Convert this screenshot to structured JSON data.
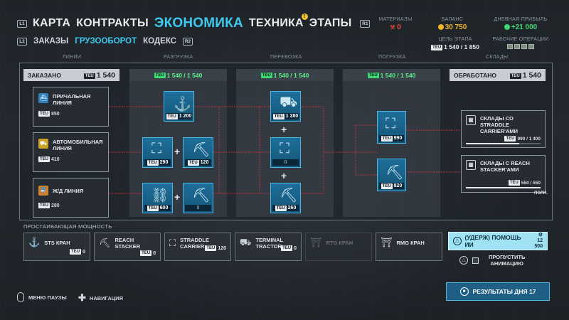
{
  "nav": {
    "left_key": "L1",
    "right_key": "R1",
    "tabs": [
      {
        "label": "КАРТА",
        "active": false
      },
      {
        "label": "КОНТРАКТЫ",
        "active": false
      },
      {
        "label": "ЭКОНОМИКА",
        "active": true
      },
      {
        "label": "ТЕХНИКА",
        "active": false,
        "alert": "!"
      },
      {
        "label": "ЭТАПЫ",
        "active": false
      }
    ]
  },
  "subnav": {
    "left_key": "L2",
    "right_key": "R2",
    "tabs": [
      {
        "label": "ЗАКАЗЫ",
        "active": false
      },
      {
        "label": "ГРУЗООБОРОТ",
        "active": true
      },
      {
        "label": "КОДЕКС",
        "active": false
      }
    ]
  },
  "stats": {
    "materials": {
      "label": "МАТЕРИАЛЫ",
      "value": "0",
      "color": "#e0483b"
    },
    "balance": {
      "label": "БАЛАНС",
      "value": "30 750",
      "color": "#f0b429"
    },
    "daily_profit": {
      "label": "ДНЕВНАЯ ПРИБЫЛЬ",
      "value": "+21 000",
      "color": "#43d673"
    },
    "stage_goal": {
      "label": "ЦЕЛЬ ЭТАПА",
      "teu": "TEU",
      "value": "1 540 / 1 850"
    },
    "work_ops": {
      "label": "РАБОЧИЕ ОПЕРАЦИИ",
      "filled": 4,
      "total": 4
    }
  },
  "columns": {
    "lines": "ЛИНИИ",
    "unloading": "РАЗГРУЗКА",
    "transport": "ПЕРЕВОЗКА",
    "loading": "ПОГРУЗКА",
    "warehouses": "СКЛАДЫ"
  },
  "ordered": {
    "label": "ЗАКАЗАНО",
    "teu": "TEU",
    "value": "1 540"
  },
  "processed": {
    "label": "ОБРАБОТАНО",
    "teu": "TEU",
    "value": "1 540"
  },
  "stage_headers": {
    "unloading": "1 540 / 1 540",
    "transport": "1 540 / 1 540",
    "loading": "1 540 / 1 540"
  },
  "lines": [
    {
      "name1": "ПРИЧАЛЬНАЯ",
      "name2": "ЛИНИЯ",
      "teu": "TEU",
      "value": "850",
      "icon": "ship-icon"
    },
    {
      "name1": "АВТОМОБИЛЬНАЯ",
      "name2": "ЛИНИЯ",
      "teu": "TEU",
      "value": "410",
      "icon": "truck-icon"
    },
    {
      "name1": "Ж/Д ЛИНИЯ",
      "name2": "",
      "teu": "TEU",
      "value": "280",
      "icon": "train-icon"
    }
  ],
  "equipment": {
    "u1": {
      "teu": "TEU",
      "value": "1 200"
    },
    "u2": {
      "teu": "TEU",
      "value": "290"
    },
    "u3": {
      "teu": "TEU",
      "value": "120"
    },
    "u4": {
      "teu": "TEU",
      "value": "600"
    },
    "u5": {
      "teu": "",
      "value": "0"
    },
    "t1": {
      "teu": "TEU",
      "value": "1 280"
    },
    "t2": {
      "teu": "",
      "value": "0"
    },
    "t3": {
      "teu": "TEU",
      "value": "260"
    },
    "l1": {
      "teu": "TEU",
      "value": "990"
    },
    "l2": {
      "teu": "TEU",
      "value": "820"
    }
  },
  "stores": [
    {
      "name1": "СКЛАДЫ СО",
      "name2": "STRADDLE",
      "name3": "CARRIER'АМИ",
      "teu": "TEU",
      "value": "990 / 1 400",
      "fill": 0.71
    },
    {
      "name1": "СКЛАДЫ С REACH",
      "name2": "STACKER'АМИ",
      "name3": "",
      "teu": "TEU",
      "value": "550 / 550",
      "fill": 1.0,
      "note": "ПОЛН."
    }
  ],
  "idle": {
    "title": "ПРОСТАИВАЮЩАЯ МОЩНОСТЬ",
    "items": [
      {
        "name": "STS КРАН",
        "name2": "",
        "teu": "TEU",
        "value": "0",
        "dim": false
      },
      {
        "name": "REACH STACKER",
        "name2": "",
        "teu": "TEU",
        "value": "0",
        "dim": false
      },
      {
        "name": "STRADDLE",
        "name2": "CARRIER",
        "teu": "TEU",
        "value": "120",
        "dim": false
      },
      {
        "name": "TERMINAL",
        "name2": "TRACTOR",
        "teu": "TEU",
        "value": "0",
        "dim": false
      },
      {
        "name": "RTG КРАН",
        "name2": "",
        "teu": "",
        "value": "",
        "dim": true
      },
      {
        "name": "RMG КРАН",
        "name2": "",
        "teu": "",
        "value": "",
        "dim": false
      }
    ]
  },
  "help": {
    "label": "(УДЕРЖ) ПОМОЩЬ ИИ",
    "count": "12",
    "cost": "500"
  },
  "skip": {
    "line1": "ПРОПУСТИТЬ",
    "line2": "АНИМАЦИЮ"
  },
  "results": {
    "label": "РЕЗУЛЬТАТЫ ДНЯ 17"
  },
  "footer": {
    "pause": "МЕНЮ ПАУЗЫ",
    "navigation": "НАВИГАЦИЯ"
  },
  "colors": {
    "accent": "#3ec9ee",
    "good": "#43d673",
    "wire": "#c7323c"
  }
}
